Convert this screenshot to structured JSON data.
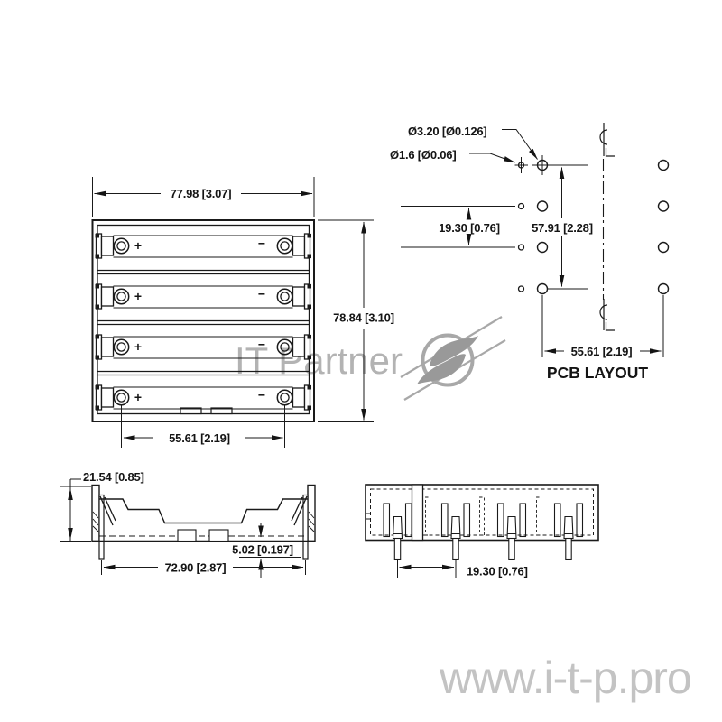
{
  "drawing": {
    "front_view": {
      "width_dim": "77.98 [3.07]",
      "height_dim": "78.84 [3.10]",
      "terminal_pitch_dim": "55.61 [2.19]",
      "positive_label": "+",
      "negative_label": "−",
      "slot_count": 4
    },
    "pcb_layout": {
      "title": "PCB LAYOUT",
      "large_hole_dim": "Ø3.20 [Ø0.126]",
      "small_hole_dim": "Ø1.6 [Ø0.06]",
      "row_pitch_dim": "19.30 [0.76]",
      "column_height_dim": "57.91 [2.28]",
      "column_width_dim": "55.61 [2.19]"
    },
    "side_view": {
      "height_dim": "21.54 [0.85]",
      "standoff_dim": "5.02 [0.197]",
      "pin_span_dim": "72.90 [2.87]"
    },
    "bottom_view": {
      "pin_pitch_dim": "19.30 [0.76]"
    }
  },
  "watermark": {
    "brand": "IT Partner",
    "website": "www.i-t-p.pro"
  },
  "colors": {
    "line": "#1a1a1a",
    "watermark": "#b3b3b3"
  }
}
